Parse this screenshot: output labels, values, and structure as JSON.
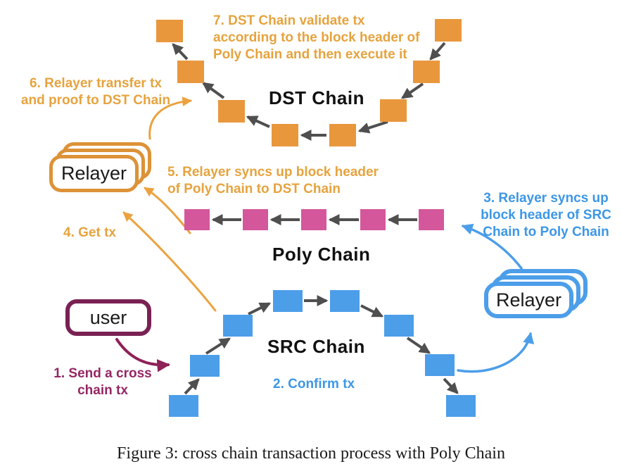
{
  "diagram": {
    "chains": {
      "dst": {
        "label": "DST Chain",
        "block_color": "#E8973D",
        "block_count": 8
      },
      "poly": {
        "label": "Poly Chain",
        "block_color": "#D4579C",
        "block_count": 5
      },
      "src": {
        "label": "SRC Chain",
        "block_color": "#4C9EE9",
        "block_count": 8
      }
    },
    "nodes": {
      "relayer_left": {
        "label": "Relayer",
        "color": "#DD9237"
      },
      "relayer_right": {
        "label": "Relayer",
        "color": "#4C9EE9"
      },
      "user": {
        "label": "user",
        "color": "#7A2153"
      }
    },
    "annotations": {
      "step1": {
        "text": "1. Send a cross\nchain tx",
        "color": "#952763"
      },
      "step2": {
        "text": "2. Confirm tx",
        "color": "#3D97E6"
      },
      "step3": {
        "text": "3. Relayer syncs up\nblock header of SRC\nChain to Poly Chain",
        "color": "#3D97E6"
      },
      "step4": {
        "text": "4. Get tx",
        "color": "#E6A33E"
      },
      "step5": {
        "text": "5. Relayer syncs up block header\nof Poly Chain to DST Chain",
        "color": "#E6A33E"
      },
      "step6": {
        "text": "6. Relayer transfer tx\nand proof to DST Chain",
        "color": "#E6A33E"
      },
      "step7": {
        "text": "7. DST Chain validate tx\naccording to the block header of\nPoly Chain and then execute it",
        "color": "#E6A33E"
      }
    },
    "arrow_color_gray": "#4F4F4F",
    "arrow_color_maroon": "#8E2157"
  },
  "caption": "Figure 3: cross chain transaction process with Poly Chain"
}
